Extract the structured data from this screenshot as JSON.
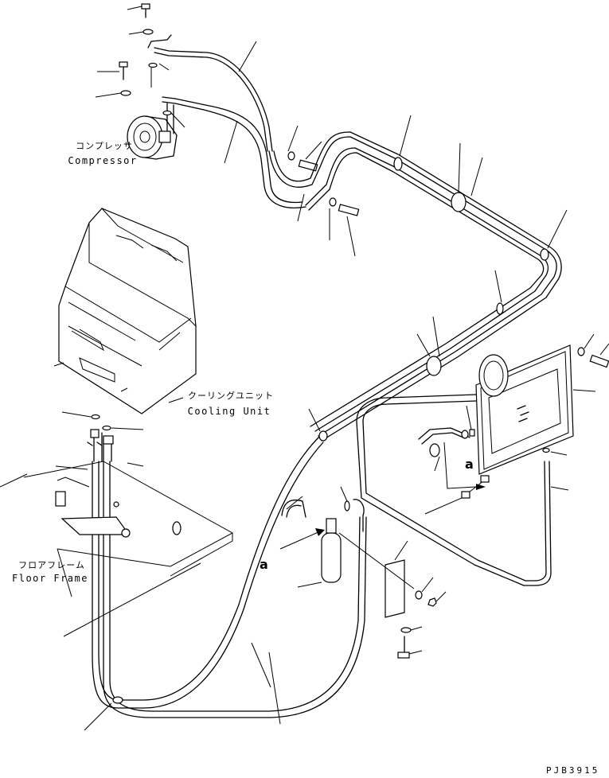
{
  "labels": {
    "compressor_ja": "コンプレッサ",
    "compressor_en": "Compressor",
    "cooling_unit_ja": "クーリングユニット",
    "cooling_unit_en": "Cooling Unit",
    "floor_frame_ja": "フロアフレーム",
    "floor_frame_en": "Floor Frame",
    "view_mark_1": "a",
    "view_mark_2": "a",
    "drawing_code": "PJB3915"
  }
}
